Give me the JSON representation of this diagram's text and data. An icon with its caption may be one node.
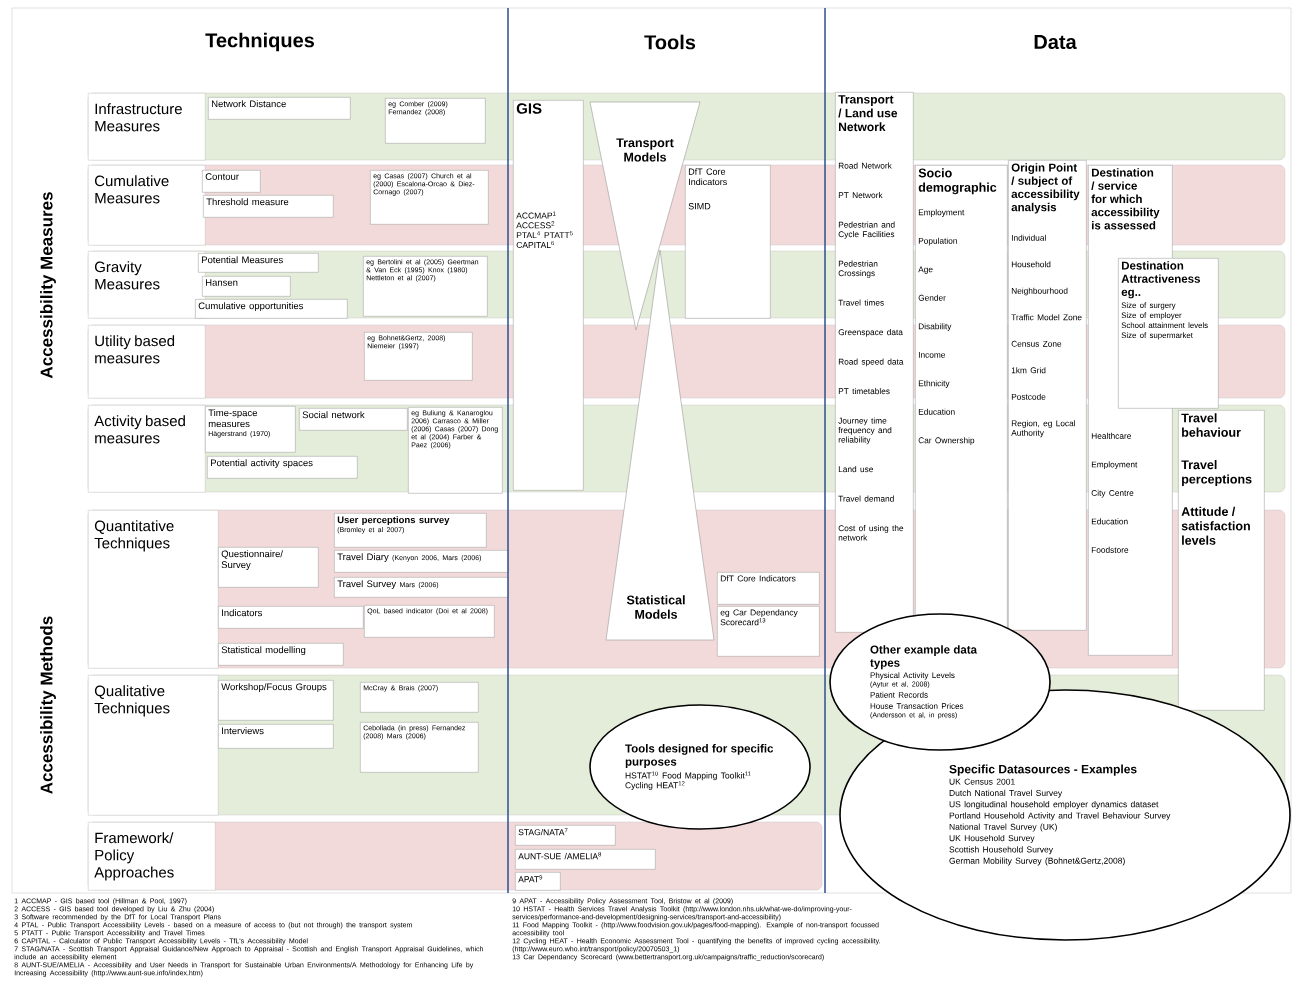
{
  "diagram": {
    "nodes": [
      {
        "text": [
          "Infrastructure Measures"
        ]
      },
      {
        "text": [
          "Network Distance"
        ],
        "in": 0
      },
      {
        "text": [
          "eg Comber (2009) Fernandez (2008)"
        ],
        "in": 0
      },
      {
        "text": [
          "Cumulative Measures"
        ]
      },
      {
        "text": [
          "Contour"
        ],
        "in": 3
      },
      {
        "text": [
          "Threshold measure"
        ],
        "in": 3
      },
      {
        "text": [
          "eg Casas (2007) Church et al (2000) Escalona-Orcao & Diez-Cornago (2007)"
        ],
        "in": 3
      },
      {
        "text": [
          "Gravity Measures"
        ]
      },
      {
        "text": [
          "Potential Measures"
        ],
        "in": 7
      },
      {
        "text": [
          "Hansen"
        ],
        "in": 7
      },
      {
        "text": [
          "Cumulative opportunities"
        ],
        "in": 7
      },
      {
        "text": [
          "eg Bertolini et al (2005) Geertman & Van Eck (1995) Knox (1980) Nettleton et al (2007)"
        ],
        "in": 7
      },
      {
        "text": [
          "Utility based measures"
        ]
      },
      {
        "text": [
          "eg Bohnet&Gertz, 2008) Niemeier (1997)"
        ],
        "in": 12
      },
      {
        "text": [
          "Activity based measures"
        ]
      },
      {
        "text": [
          "Time-space measures",
          "Hägerstrand (1970)"
        ],
        "in": 14
      },
      {
        "text": [
          "Social network"
        ],
        "in": 14
      },
      {
        "text": [
          "Potential activity spaces"
        ],
        "in": 14
      },
      {
        "text": [
          "eg Buliung & Kanaroglou 2006) Carrasco & Miller (2006) Casas (2007) Dong et al (2004) Farber & Paez (2006)"
        ],
        "in": 14
      },
      {
        "text": [
          "Quantitative Techniques"
        ]
      },
      {
        "text": [
          "Questionnaire/ Survey"
        ],
        "in": 19
      },
      {
        "text": [
          "User perceptions survey",
          "(Bromley et al 2007)"
        ],
        "in": 19
      },
      {
        "text": [
          "Travel Diary",
          "(Kenyon 2006, Mars (2006)"
        ],
        "in": 19
      },
      {
        "text": [
          "Travel Survey",
          "Mars (2006)"
        ],
        "in": 19
      },
      {
        "text": [
          "Indicators"
        ],
        "in": 19
      },
      {
        "text": [
          "QoL based indicator (Doi et al 2008)"
        ],
        "in": 19
      },
      {
        "text": [
          "Statistical modelling"
        ],
        "in": 19
      },
      {
        "text": [
          "Qualitative Techniques"
        ]
      },
      {
        "text": [
          "Workshop/Focus Groups"
        ],
        "in": 27
      },
      {
        "text": [
          "Interviews"
        ],
        "in": 27
      },
      {
        "text": [
          "McCray & Brais (2007)"
        ],
        "in": 27
      },
      {
        "text": [
          "Cebollada (in press) Fernandez (2008) Mars (2006)"
        ],
        "in": 27
      },
      {
        "text": [
          "Framework/ Policy Approaches"
        ]
      },
      {
        "text": [
          "GIS",
          "ACCMAP$^{1}$ ACCESS$^{2}$ PTAL$^{4}$ PTATT$^{5}$ CAPITAL$^{6}$"
        ]
      },
      {
        "text": [
          "Transport Models"
        ]
      },
      {
        "text": [
          "DfT Core Indicators",
          "SIMD"
        ]
      },
      {
        "text": [
          "Statistical Models"
        ]
      },
      {
        "text": [
          "DfT Core Indicators"
        ],
        "in": 19
      },
      {
        "text": [
          "eg Car Dependancy Scorecard$^{13}$"
        ],
        "in": 19
      },
      {
        "text": [
          "Tools designed for specific purposes",
          "HSTAT$^{10}$ Food Mapping Toolkit$^{11}$ Cycling HEAT$^{12}$"
        ]
      },
      {
        "text": [
          "STAG/NATA$^{7}$"
        ],
        "in": 32
      },
      {
        "text": [
          "AUNT-SUE /AMELIA$^{8}$"
        ],
        "in": 32
      },
      {
        "text": [
          "APAT$^{9}$"
        ],
        "in": 32
      },
      {
        "text": [
          "Transport / Land use Network",
          "Road Network",
          "PT Network",
          "Pedestrian and Cycle Facilities",
          "Pedestrian Crossings",
          "Travel times",
          "Greenspace data",
          "Road speed data",
          "PT timetables",
          "Journey time frequency and reliability",
          "Land use",
          "Travel demand",
          "Cost of using the network"
        ]
      },
      {
        "text": [
          "Socio demographic",
          "Employment",
          "Population",
          "Age",
          "Gender",
          "Disability",
          "Income",
          "Ethnicity",
          "Education",
          "Car Ownership"
        ]
      },
      {
        "text": [
          "Origin Point / subject of accessibility analysis",
          "Individual",
          "Household",
          "Neighbourhood",
          "Traffic Model Zone",
          "Census Zone",
          "1km Grid",
          "Postcode",
          "Region, eg Local Authority"
        ]
      },
      {
        "text": [
          "Destination / service for which accessibility is assessed",
          "Healthcare",
          "Employment",
          "City Centre",
          "Education",
          "Foodstore"
        ]
      },
      {
        "text": [
          "Destination Attractiveness eg..",
          "Size of surgery",
          "Size of employer",
          "School attainment levels",
          "Size of supermarket"
        ]
      },
      {
        "text": [
          "Travel behaviour",
          "Travel perceptions",
          "Attitude / satisfaction levels"
        ]
      },
      {
        "text": [
          "Other example data types",
          "Physical Activity Levels",
          "(Aytur et al, 2008)",
          "Patient Records",
          "House Transaction Prices",
          "(Andersson et al, in press)"
        ]
      },
      {
        "text": [
          "Specific Datasources - Examples",
          "UK Census 2001",
          "Dutch National Travel Survey",
          "US longitudinal household employer dynamics dataset",
          "Portland Household Activity and Travel Behaviour Survey",
          "National Travel Survey (UK)",
          "UK Household Survey",
          "Scottish Household Survey",
          "German Mobility Survey (Bohnet&Gertz,2008)"
        ]
      }
    ],
    "labels": [
      "Techniques",
      "Tools",
      "Data",
      "Accessibility Measures",
      "Accessibility Methods",
      "1 ACCMAP - GIS based tool (Hillman & Pool, 1997)",
      "2 ACCESS - GIS based tool developed by Liu & Zhu (2004)",
      "3 Software recommended by the DfT for Local Transport Plans",
      "4 PTAL - Public Transport Accessibility Levels - based on a measure of access to (but not through) the transport system",
      "5 PTATT - Public Transport Accessibility and Travel Times",
      "6 CAPITAL - Calculator of Public Transport Accessibility Levels - TfL's Accessibility Model",
      "7 STAG/NATA - Scottish Transport Appraisal Guidance/New Approach to Appraisal - Scottish and English Transport Appraisal Guidelines, which include an accessibility element",
      "8 AUNT-SUE/AMELIA - Accessibility and User Needs in Transport for Sustainable Urban Environments/A Methodology for Enhancing Life by Increasing Accessibility (http://www.aunt-sue.info/index.htm)",
      "9 APAT - Accessibility Policy Assessment Tool, Bristow et al (2009)",
      "10 HSTAT - Health Services Travel Analysis Toolkit (http://www.london.nhs.uk/what-we-do/improving-your-services/performance-and-development/designing-services/transport-and-accessibility)",
      "11 Food Mapping Toolkit - (http://www.foodvision.gov.uk/pages/food-mapping). Example of non-transport focussed accessibility tool",
      "12 Cycling HEAT - Health Economic Assessment Tool - quantifying the benefits of improved cycling accessibility. (http://www.euro.who.int/transport/policy/20070503_1)",
      "13 Car Dependancy Scorecard (www.bettertransport.org.uk/campaigns/traffic_reduction/scorecard)"
    ]
  }
}
